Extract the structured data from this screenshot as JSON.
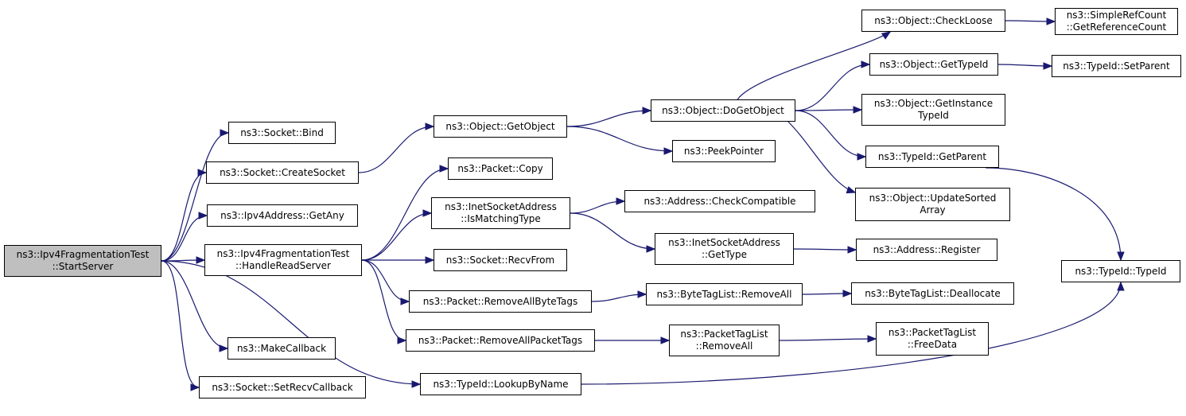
{
  "colors": {
    "edge": "#191970",
    "root_fill": "#bfbfbf",
    "node_fill": "#ffffff",
    "border": "#000000"
  },
  "nodes": [
    {
      "id": "start_server",
      "lines": [
        "ns3::Ipv4FragmentationTest",
        "::StartServer"
      ],
      "root": true
    },
    {
      "id": "socket_bind",
      "lines": [
        "ns3::Socket::Bind"
      ]
    },
    {
      "id": "socket_create",
      "lines": [
        "ns3::Socket::CreateSocket"
      ]
    },
    {
      "id": "ipv4_getany",
      "lines": [
        "ns3::Ipv4Address::GetAny"
      ]
    },
    {
      "id": "handle_read",
      "lines": [
        "ns3::Ipv4FragmentationTest",
        "::HandleReadServer"
      ]
    },
    {
      "id": "make_callback",
      "lines": [
        "ns3::MakeCallback"
      ]
    },
    {
      "id": "set_recv_cb",
      "lines": [
        "ns3::Socket::SetRecvCallback"
      ]
    },
    {
      "id": "obj_getobject",
      "lines": [
        "ns3::Object::GetObject"
      ]
    },
    {
      "id": "packet_copy",
      "lines": [
        "ns3::Packet::Copy"
      ]
    },
    {
      "id": "inet_ismatching",
      "lines": [
        "ns3::InetSocketAddress",
        "::IsMatchingType"
      ]
    },
    {
      "id": "socket_recvfrom",
      "lines": [
        "ns3::Socket::RecvFrom"
      ]
    },
    {
      "id": "pkt_rm_bytetags",
      "lines": [
        "ns3::Packet::RemoveAllByteTags"
      ]
    },
    {
      "id": "pkt_rm_pkttags",
      "lines": [
        "ns3::Packet::RemoveAllPacketTags"
      ]
    },
    {
      "id": "typeid_lookup",
      "lines": [
        "ns3::TypeId::LookupByName"
      ]
    },
    {
      "id": "obj_dogetobject",
      "lines": [
        "ns3::Object::DoGetObject"
      ]
    },
    {
      "id": "peek_pointer",
      "lines": [
        "ns3::PeekPointer"
      ]
    },
    {
      "id": "addr_checkcompat",
      "lines": [
        "ns3::Address::CheckCompatible"
      ]
    },
    {
      "id": "inet_gettype",
      "lines": [
        "ns3::InetSocketAddress",
        "::GetType"
      ]
    },
    {
      "id": "btl_removeall",
      "lines": [
        "ns3::ByteTagList::RemoveAll"
      ]
    },
    {
      "id": "ptl_removeall",
      "lines": [
        "ns3::PacketTagList",
        "::RemoveAll"
      ]
    },
    {
      "id": "obj_checkloose",
      "lines": [
        "ns3::Object::CheckLoose"
      ]
    },
    {
      "id": "obj_gettypeid",
      "lines": [
        "ns3::Object::GetTypeId"
      ]
    },
    {
      "id": "obj_getinstance",
      "lines": [
        "ns3::Object::GetInstance",
        "TypeId"
      ]
    },
    {
      "id": "typeid_getparent",
      "lines": [
        "ns3::TypeId::GetParent"
      ]
    },
    {
      "id": "obj_updatesorted",
      "lines": [
        "ns3::Object::UpdateSorted",
        "Array"
      ]
    },
    {
      "id": "addr_register",
      "lines": [
        "ns3::Address::Register"
      ]
    },
    {
      "id": "btl_dealloc",
      "lines": [
        "ns3::ByteTagList::Deallocate"
      ]
    },
    {
      "id": "ptl_freedata",
      "lines": [
        "ns3::PacketTagList",
        "::FreeData"
      ]
    },
    {
      "id": "srefcount_get",
      "lines": [
        "ns3::SimpleRefCount",
        "::GetReferenceCount"
      ]
    },
    {
      "id": "typeid_setparent",
      "lines": [
        "ns3::TypeId::SetParent"
      ]
    },
    {
      "id": "typeid_typeid",
      "lines": [
        "ns3::TypeId::TypeId"
      ]
    }
  ],
  "edges": [
    [
      "start_server",
      "socket_bind"
    ],
    [
      "start_server",
      "socket_create"
    ],
    [
      "start_server",
      "ipv4_getany"
    ],
    [
      "start_server",
      "handle_read"
    ],
    [
      "start_server",
      "make_callback"
    ],
    [
      "start_server",
      "set_recv_cb"
    ],
    [
      "start_server",
      "typeid_lookup"
    ],
    [
      "socket_create",
      "obj_getobject"
    ],
    [
      "handle_read",
      "packet_copy"
    ],
    [
      "handle_read",
      "inet_ismatching"
    ],
    [
      "handle_read",
      "socket_recvfrom"
    ],
    [
      "handle_read",
      "pkt_rm_bytetags"
    ],
    [
      "handle_read",
      "pkt_rm_pkttags"
    ],
    [
      "obj_getobject",
      "obj_dogetobject"
    ],
    [
      "obj_getobject",
      "peek_pointer"
    ],
    [
      "inet_ismatching",
      "addr_checkcompat"
    ],
    [
      "inet_ismatching",
      "inet_gettype"
    ],
    [
      "inet_gettype",
      "addr_register"
    ],
    [
      "pkt_rm_bytetags",
      "btl_removeall"
    ],
    [
      "btl_removeall",
      "btl_dealloc"
    ],
    [
      "pkt_rm_pkttags",
      "ptl_removeall"
    ],
    [
      "ptl_removeall",
      "ptl_freedata"
    ],
    [
      "obj_dogetobject",
      "obj_checkloose"
    ],
    [
      "obj_dogetobject",
      "obj_gettypeid"
    ],
    [
      "obj_dogetobject",
      "obj_getinstance"
    ],
    [
      "obj_dogetobject",
      "typeid_getparent"
    ],
    [
      "obj_dogetobject",
      "obj_updatesorted"
    ],
    [
      "obj_checkloose",
      "srefcount_get"
    ],
    [
      "obj_gettypeid",
      "typeid_setparent"
    ],
    [
      "typeid_getparent",
      "typeid_typeid"
    ],
    [
      "typeid_lookup",
      "typeid_typeid"
    ]
  ]
}
